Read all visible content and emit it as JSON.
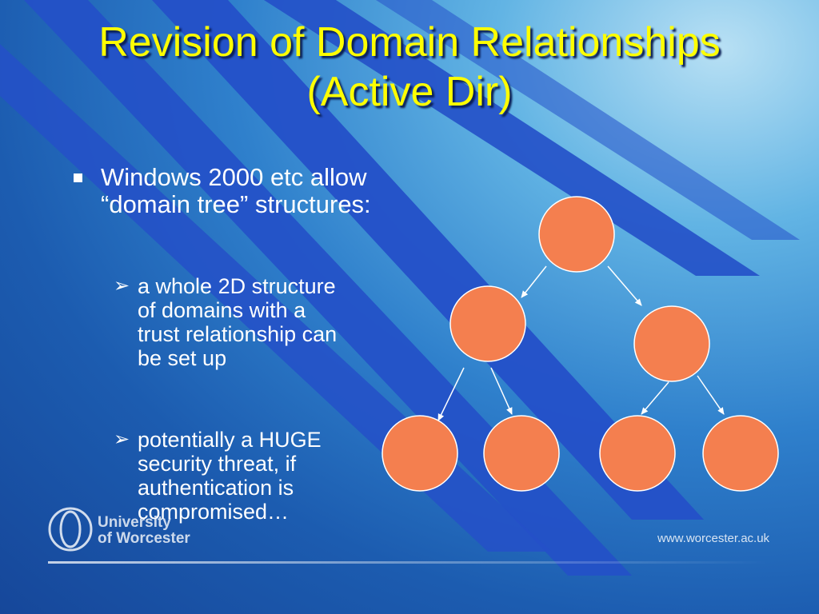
{
  "slide": {
    "title": "Revision of Domain Relationships (Active Dir)",
    "bullet": {
      "marker": "■",
      "text": "Windows 2000 etc allow “domain tree” structures:"
    },
    "sub_bullets": [
      {
        "marker": "➢",
        "text": "a whole 2D structure of domains with a trust relationship can be set up"
      },
      {
        "marker": "➢",
        "text": "potentially a HUGE security threat, if authentication is compromised…"
      }
    ]
  },
  "footer": {
    "logo_line1": "University",
    "logo_line2": "of Worcester",
    "website": "www.worcester.ac.uk"
  },
  "diagram": {
    "node_fill": "#f47f4f",
    "node_stroke": "#ffffff",
    "arrow_color": "#ffffff",
    "tree_levels": 3,
    "edges": [
      [
        "root",
        "left"
      ],
      [
        "root",
        "right"
      ],
      [
        "left",
        "left-left"
      ],
      [
        "left",
        "left-right"
      ],
      [
        "right",
        "right-left"
      ],
      [
        "right",
        "right-right"
      ]
    ]
  },
  "colors": {
    "title": "#ffff00",
    "text": "#ffffff",
    "stripe": "#2450c8"
  }
}
